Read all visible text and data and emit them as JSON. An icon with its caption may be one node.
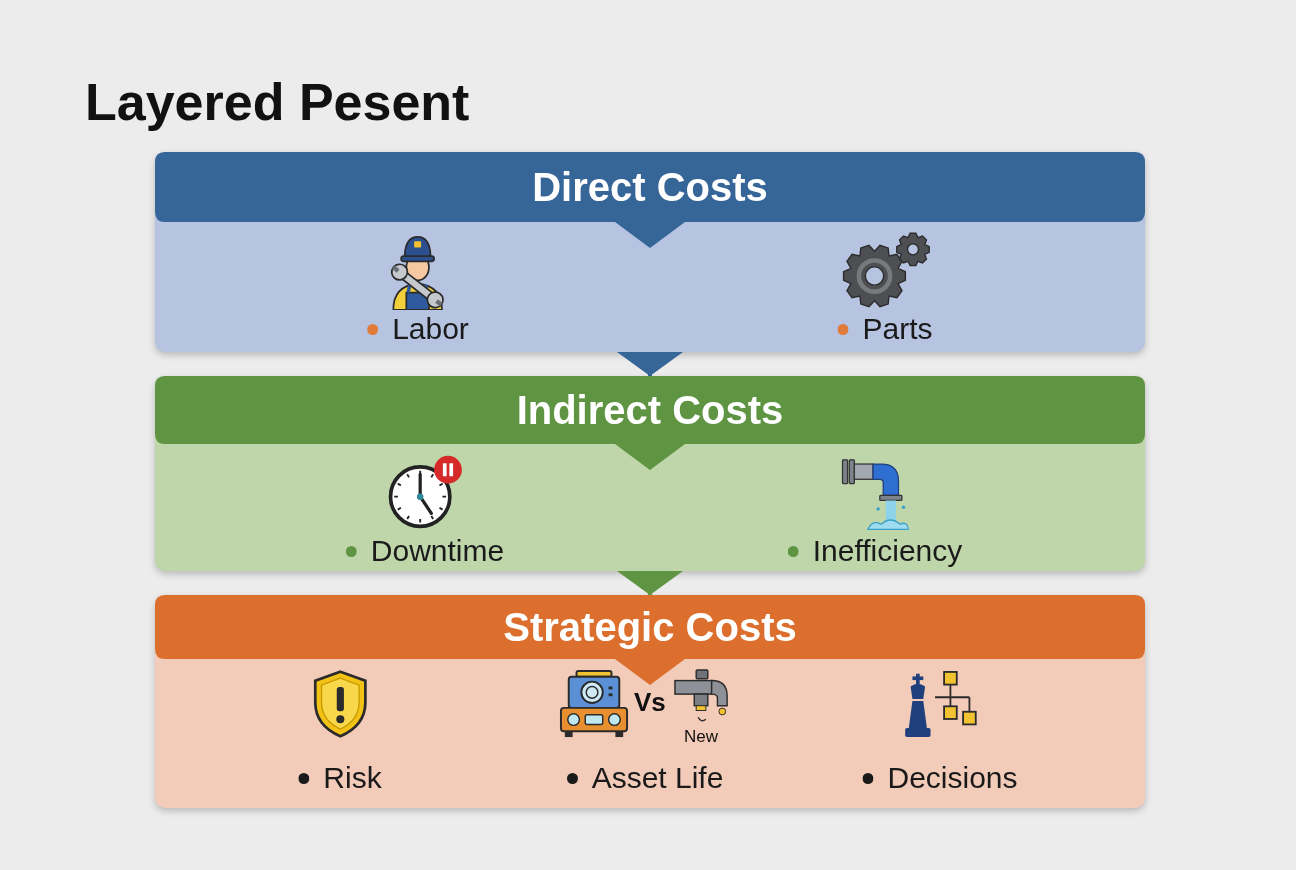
{
  "diagram": {
    "title": "Layered Pesent",
    "nodes": [
      {
        "text": [
          "Direct Costs"
        ]
      },
      {
        "text": [
          "Labor"
        ],
        "in": 0
      },
      {
        "text": [
          "Parts"
        ],
        "in": 0
      },
      {
        "text": [
          "Indirect Costs"
        ]
      },
      {
        "text": [
          "Downtime"
        ],
        "in": 3
      },
      {
        "text": [
          "Inefficiency"
        ],
        "in": 3
      },
      {
        "text": [
          "Strategic Costs"
        ]
      },
      {
        "text": [
          "Risk"
        ],
        "in": 6
      },
      {
        "text": [
          "Asset Life"
        ],
        "in": 6
      },
      {
        "text": [
          "Decisions"
        ],
        "in": 6
      }
    ],
    "edges": [
      {
        "from": 0,
        "to": 3,
        "arrow": "to",
        "color": "#366598"
      },
      {
        "from": 3,
        "to": 6,
        "arrow": "to",
        "color": "#5f9442"
      }
    ],
    "labels": [
      "Vs",
      "New"
    ]
  }
}
